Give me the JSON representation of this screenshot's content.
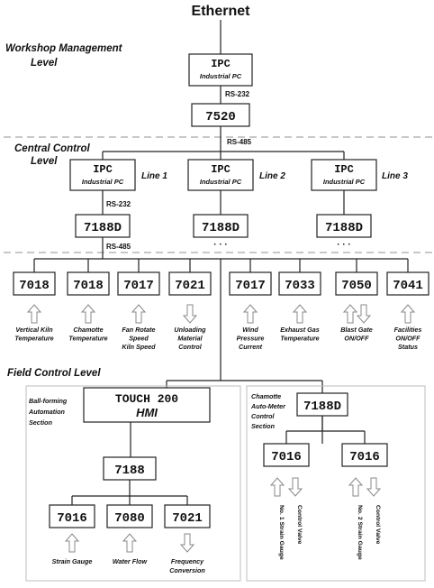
{
  "top": {
    "network": "Ethernet"
  },
  "levels": {
    "management": [
      "Workshop Management",
      "Level"
    ],
    "central": [
      "Central Control",
      "Level"
    ],
    "field": "Field Control Level"
  },
  "ipc": {
    "title": "IPC",
    "subtitle": "Industrial PC"
  },
  "bus": {
    "rs232": "RS-232",
    "rs485": "RS-485"
  },
  "converter": {
    "code": "7520"
  },
  "lines": [
    {
      "label": "Line 1",
      "module": "7188D"
    },
    {
      "label": "Line 2",
      "module": "7188D"
    },
    {
      "label": "Line 3",
      "module": "7188D"
    }
  ],
  "ellipsis": "· · ·",
  "field_modules": [
    {
      "code": "7018",
      "arrow": "up",
      "caption": [
        "Vertical Kiln",
        "Temperature"
      ]
    },
    {
      "code": "7018",
      "arrow": "up",
      "caption": [
        "Chamotte",
        "Temperature"
      ]
    },
    {
      "code": "7017",
      "arrow": "up",
      "caption": [
        "Fan Rotate",
        "Speed",
        "Kiln Speed"
      ]
    },
    {
      "code": "7021",
      "arrow": "down",
      "caption": [
        "Unloading",
        "Material",
        "Control"
      ]
    },
    {
      "code": "7017",
      "arrow": "up",
      "caption": [
        "Wind",
        "Pressure",
        "Current"
      ]
    },
    {
      "code": "7033",
      "arrow": "up",
      "caption": [
        "Exhaust Gas",
        "Temperature"
      ]
    },
    {
      "code": "7050",
      "arrow": "updown",
      "caption": [
        "Blast Gate",
        "ON/OFF"
      ]
    },
    {
      "code": "7041",
      "arrow": "up",
      "caption": [
        "Facilities",
        "ON/OFF",
        "Status"
      ]
    }
  ],
  "ball_section": {
    "title": [
      "Ball-forming",
      "Automation",
      "Section"
    ],
    "hmi": [
      "TOUCH 200",
      "HMI"
    ],
    "controller": "7188",
    "modules": [
      {
        "code": "7016",
        "arrow": "up",
        "caption": [
          "Strain Gauge"
        ]
      },
      {
        "code": "7080",
        "arrow": "up",
        "caption": [
          "Water Flow"
        ]
      },
      {
        "code": "7021",
        "arrow": "down",
        "caption": [
          "Frequency",
          "Conversion"
        ]
      }
    ]
  },
  "chamotte_section": {
    "title": [
      "Chamotte",
      "Auto-Meter",
      "Control",
      "Section"
    ],
    "controller": "7188D",
    "modules": [
      {
        "code": "7016",
        "captions": [
          "No. 1 Strain Gauge",
          "Control Valve"
        ]
      },
      {
        "code": "7016",
        "captions": [
          "No. 2 Strain Gauge",
          "Control Valve"
        ]
      }
    ]
  }
}
